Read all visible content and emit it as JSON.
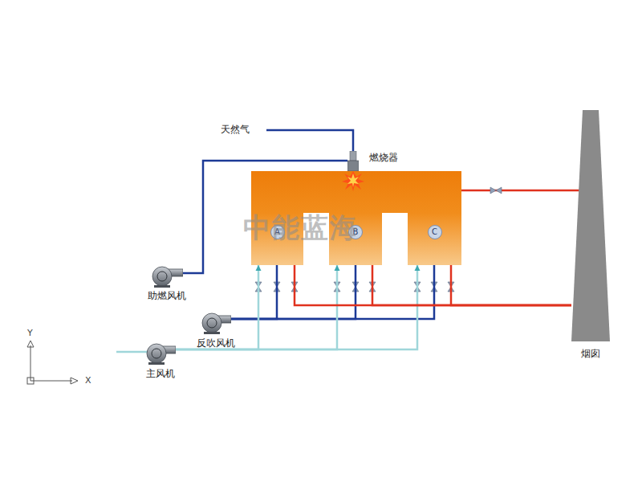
{
  "diagram": {
    "nodes": [
      {
        "text": [
          "燃烧器"
        ]
      },
      {
        "text": [
          "A"
        ]
      },
      {
        "text": [
          "B"
        ]
      },
      {
        "text": [
          "C"
        ]
      },
      {
        "text": [
          "助燃风机"
        ]
      },
      {
        "text": [
          "反吹风机"
        ]
      },
      {
        "text": [
          "主风机"
        ]
      },
      {
        "text": [
          "烟囱"
        ]
      }
    ],
    "edges": [
      {
        "from": 4,
        "to": 0,
        "arrow": "none"
      },
      {
        "from": 5,
        "to": 1,
        "arrow": "none"
      },
      {
        "from": 5,
        "to": 2,
        "arrow": "none"
      },
      {
        "from": 5,
        "to": 3,
        "arrow": "none"
      },
      {
        "from": 6,
        "to": 1,
        "arrow": "to"
      },
      {
        "from": 6,
        "to": 2,
        "arrow": "to"
      },
      {
        "from": 6,
        "to": 3,
        "arrow": "to"
      },
      {
        "from": 1,
        "to": 7,
        "arrow": "none"
      },
      {
        "from": 2,
        "to": 7,
        "arrow": "none"
      },
      {
        "from": 3,
        "to": 7,
        "arrow": "none"
      }
    ],
    "labels": [
      "天然气",
      "中能蓝海",
      "Y",
      "X"
    ]
  }
}
